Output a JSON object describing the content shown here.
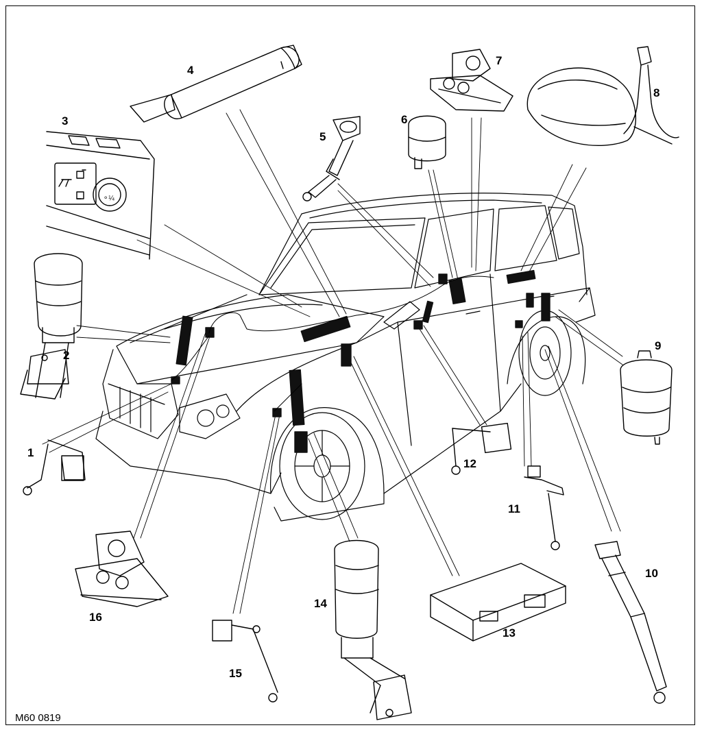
{
  "figure_code": "M60 0819",
  "callouts": [
    {
      "id": "1",
      "text": "1"
    },
    {
      "id": "2",
      "text": "2"
    },
    {
      "id": "3",
      "text": "3"
    },
    {
      "id": "4",
      "text": "4"
    },
    {
      "id": "5",
      "text": "5"
    },
    {
      "id": "6",
      "text": "6"
    },
    {
      "id": "7",
      "text": "7"
    },
    {
      "id": "8",
      "text": "8"
    },
    {
      "id": "9",
      "text": "9"
    },
    {
      "id": "10",
      "text": "10"
    },
    {
      "id": "11",
      "text": "11"
    },
    {
      "id": "12",
      "text": "12"
    },
    {
      "id": "13",
      "text": "13"
    },
    {
      "id": "14",
      "text": "14"
    },
    {
      "id": "15",
      "text": "15"
    },
    {
      "id": "16",
      "text": "16"
    }
  ],
  "colors": {
    "line": "#000000",
    "background": "#ffffff",
    "highlight": "#111111"
  }
}
